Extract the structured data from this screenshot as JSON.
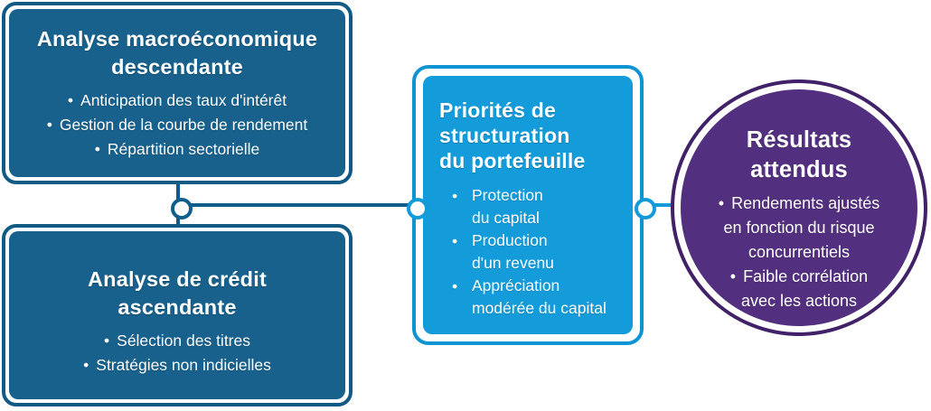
{
  "ui": {
    "bullet": "•"
  },
  "colors": {
    "background": "#FFFFFF",
    "teal_fill": "#17618C",
    "teal_border": "#115A85",
    "blue_fill": "#149CDA",
    "blue_border": "#0E93D3",
    "purple_fill": "#53307F",
    "purple_ring": "#412168",
    "connector_teal": "#0F5E8C",
    "connector_blue": "#129BD9",
    "text": "#FFFFFF"
  },
  "boxes": {
    "macro": {
      "title": "Analyse macroéconomique\ndescendante",
      "bullets": [
        "Anticipation des taux d'intérêt",
        "Gestion de la courbe de rendement",
        "Répartition sectorielle"
      ]
    },
    "credit": {
      "title": "Analyse de crédit\nascendante",
      "bullets": [
        "Sélection des titres",
        "Stratégies non indicielles"
      ]
    },
    "priorities": {
      "title": "Priorités de\nstructuration\ndu portefeuille",
      "bullets": [
        "Protection\ndu capital",
        "Production\nd'un revenu",
        "Appréciation\nmodérée du capital"
      ]
    },
    "results": {
      "title": "Résultats\nattendus",
      "bullets": [
        "Rendements ajustés\nen fonction du risque\nconcurrentiels",
        "Faible corrélation\navec les actions"
      ]
    }
  }
}
